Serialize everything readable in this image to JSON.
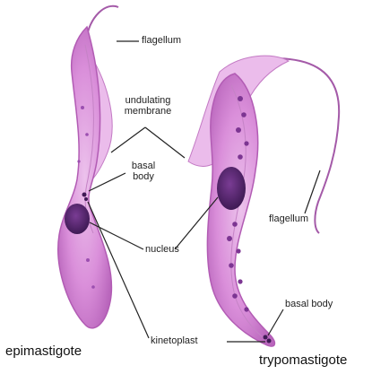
{
  "labels": {
    "flagellum_top": "flagellum",
    "undulating_membrane": "undulating\nmembrane",
    "basal_body_left": "basal\nbody",
    "nucleus": "nucleus",
    "kinetoplast": "kinetoplast",
    "flagellum_right": "flagellum",
    "basal_body_right": "basal body"
  },
  "organisms": {
    "left": "epimastigote",
    "right": "trypomastigote"
  },
  "colors": {
    "cell_body": "#d98ad8",
    "cell_edge": "#b25cb4",
    "membrane": "#e8b8e9",
    "nucleus": "#5e2a78",
    "granules": "#8a3f9f",
    "flagellum": "#a45aa8",
    "pointer": "#222222"
  }
}
